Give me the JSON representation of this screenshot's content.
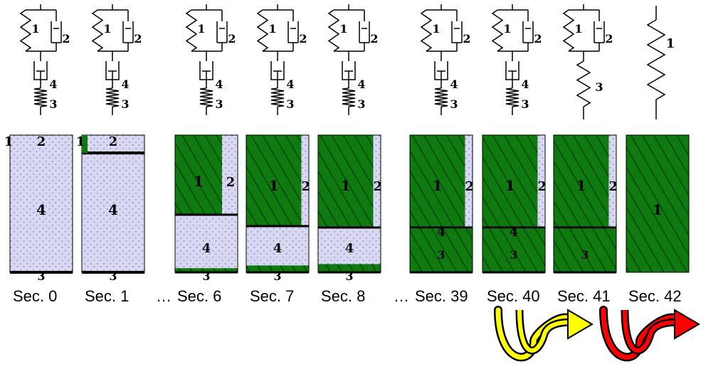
{
  "colors": {
    "viscous": "#d8d8f4",
    "solid": "#0f7a0f",
    "hatch": "#003c00",
    "outline": "#000000",
    "arrow_forward": "#ffff00",
    "arrow_final": "#ff0000"
  },
  "ellipsis": "…",
  "sections": [
    {
      "label": "Sec. 0",
      "rheology": "burgers",
      "bar": {
        "viscous_top": 1,
        "frac_top": 0.0,
        "frac_bottom": 0.0
      },
      "nums": [
        "1",
        "2",
        "4",
        "3"
      ],
      "ellipsis_before": false
    },
    {
      "label": "Sec. 1",
      "rheology": "burgers",
      "bar": {
        "viscous_top": 1,
        "frac_top": 0.13,
        "frac_bottom": 0.0
      },
      "nums": [
        "1",
        "2",
        "4",
        "3"
      ],
      "ellipsis_before": false
    },
    {
      "label": "Sec. 6",
      "rheology": "burgers",
      "bar": {
        "solid_frac_top": 0.58,
        "solid_frac_w": 0.75,
        "bottom_frac": 0.03
      },
      "nums": [
        "1",
        "2",
        "4",
        "3"
      ],
      "ellipsis_before": true
    },
    {
      "label": "Sec. 7",
      "rheology": "burgers",
      "bar": {
        "solid_frac_top": 0.66,
        "solid_frac_w": 0.88,
        "bottom_frac": 0.05
      },
      "nums": [
        "1",
        "2",
        "4",
        "3"
      ],
      "ellipsis_before": false
    },
    {
      "label": "Sec. 8",
      "rheology": "burgers",
      "bar": {
        "solid_frac_top": 0.68,
        "solid_frac_w": 0.88,
        "bottom_frac": 0.06
      },
      "nums": [
        "1",
        "2",
        "4",
        "3"
      ],
      "ellipsis_before": false
    },
    {
      "label": "Sec. 39",
      "rheology": "burgers",
      "bar": {
        "solid_frac_top": 0.68,
        "solid_frac_w": 0.88,
        "bottom_frac": 0.32
      },
      "nums": [
        "1",
        "2",
        "4",
        "3"
      ],
      "ellipsis_before": true
    },
    {
      "label": "Sec. 40",
      "rheology": "burgers",
      "bar": {
        "solid_frac_top": 0.68,
        "solid_frac_w": 0.88,
        "bottom_frac": 0.32
      },
      "nums": [
        "1",
        "2",
        "4",
        "3"
      ],
      "ellipsis_before": false
    },
    {
      "label": "Sec. 41",
      "rheology": "kelvin_spring",
      "bar": {
        "solid_frac_top": 0.68,
        "solid_frac_w": 0.88,
        "bottom_frac": 0.32
      },
      "nums": [
        "1",
        "2",
        "3"
      ],
      "ellipsis_before": false
    },
    {
      "label": "Sec. 42",
      "rheology": "spring",
      "bar": {
        "solid_full": true
      },
      "nums": [
        "1"
      ],
      "ellipsis_before": false
    }
  ],
  "bar_text": [
    {
      "tl": "1",
      "tr": "2",
      "mid": "4",
      "bottom": "3"
    },
    {
      "tl": "1",
      "tr": "2",
      "mid": "4",
      "bottom": "3"
    },
    {
      "top": "1",
      "side": "2",
      "mid": "4",
      "bottom": "3"
    },
    {
      "top": "1",
      "side": "2",
      "mid": "4",
      "bottom": "3"
    },
    {
      "top": "1",
      "side": "2",
      "mid": "4",
      "bottom": "3"
    },
    {
      "top": "1",
      "side": "2",
      "mid": "4",
      "bottom": "3"
    },
    {
      "top": "1",
      "side": "2",
      "mid": "4",
      "bottom": "3"
    },
    {
      "top": "1",
      "side": "2",
      "bottom": "3"
    },
    {
      "top": "1"
    }
  ]
}
